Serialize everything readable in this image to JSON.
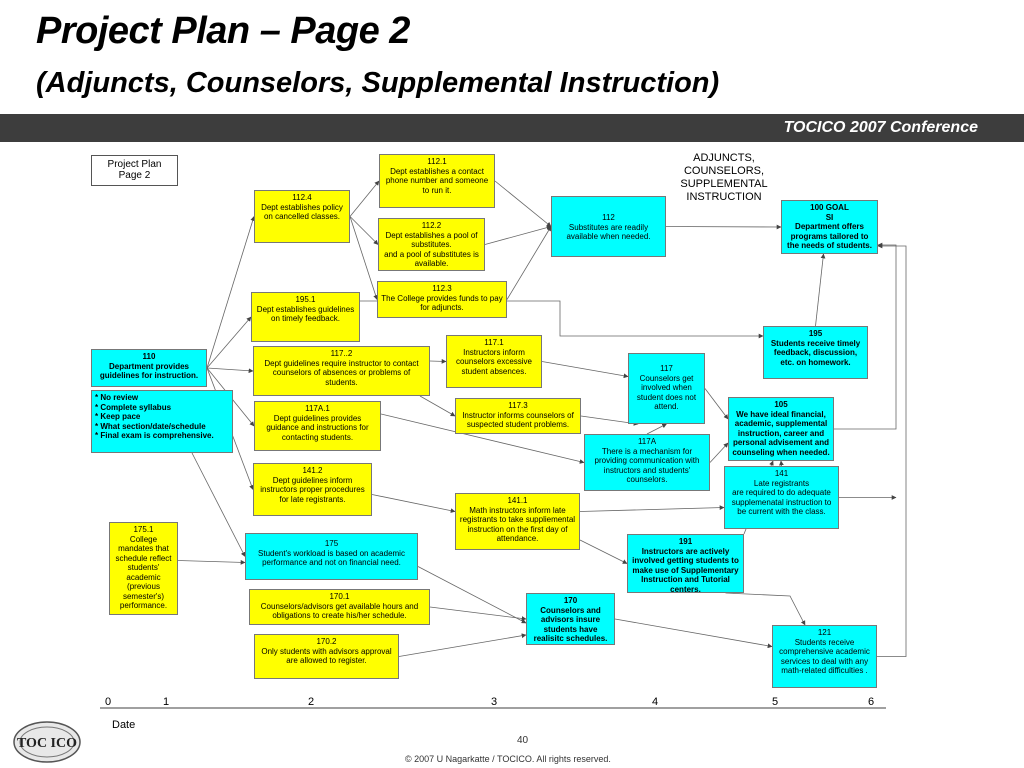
{
  "title": "Project Plan – Page 2",
  "subtitle": "(Adjuncts, Counselors, Supplemental Instruction)",
  "conference": "TOCICO 2007 Conference",
  "legend_box": "Project Plan\nPage 2",
  "side_label": "ADJUNCTS,\nCOUNSELORS,\nSUPPLEMENTAL\nINSTRUCTION",
  "axis": {
    "ticks": [
      "0",
      "1",
      "2",
      "3",
      "4",
      "5",
      "6"
    ],
    "label": "Date"
  },
  "page_number": "40",
  "copyright": "© 2007 U Nagarkatte / TOCICO. All rights reserved.",
  "logo_text": "TOC ICO",
  "colors": {
    "yellow": "#ffff00",
    "cyan": "#00ffff",
    "banner": "#3d3d3d"
  },
  "nodes": {
    "n112_1": "112.1\nDept establishes a contact phone number and someone to run it.",
    "n112_4": "112.4\nDept establishes policy on cancelled classes.",
    "n112_2": "112.2\nDept establishes a pool of substitutes.\nand a pool of substitutes is available.",
    "n112_3": "112.3\nThe College provides funds to pay for adjuncts.",
    "n112": "112\nSubstitutes are readily available when needed.",
    "n100": "100  GOAL\nSI\nDepartment  offers programs  tailored  to the needs of students.",
    "n195_1": "195.1\nDept establishes guidelines on timely feedback.",
    "n195": "195\nStudents receive timely feedback, discussion, etc. on homework.",
    "n110": "110\nDepartment provides guidelines for instruction.",
    "n110_list": "* No review\n* Complete syllabus\n* Keep pace\n* What section/date/schedule\n* Final exam is comprehensive.",
    "n117_2": "117..2\nDept guidelines require instructor to contact counselors of absences or problems of students.",
    "n117_1": "117.1\nInstructors inform counselors excessive student absences.",
    "n117": "117\nCounselors  get involved  when student does  not attend.",
    "n117_3": "117.3\nInstructor informs counselors of suspected student problems.",
    "n117A_1": "117A.1\nDept guidelines provides guidance and instructions for contacting students.",
    "n117A": "117A\nThere is a mechanism for providing communication with instructors and students' counselors.",
    "n105": "105\nWe have ideal financial, academic, supplemental instruction, career and personal advisement and counseling when needed.",
    "n141_2": "141.2\nDept guidelines inform instructors proper procedures for late registrants.",
    "n141_1": "141.1\nMath instructors inform late registrants to take suppliemental instruction on the first day of attendance.",
    "n141": "141\nLate registrants\nare required to do adequate supplemenatal instruction to be current with the class.",
    "n175_1": "175.1\nCollege mandates that schedule reflect students' academic (previous semester's) performance.",
    "n175": "175\nStudent's workload is based on academic performance and not on financial need.",
    "n191": "191\nInstructors are actively involved getting students to make use of Supplementary Instruction and Tutorial centers.",
    "n170_1": "170.1\nCounselors/advisors get available hours and obligations to create his/her schedule.",
    "n170": "170\nCounselors and advisors insure students have realisitc  schedules.",
    "n170_2": "170.2\nOnly students with advisors approval are allowed to register.",
    "n121": "121\nStudents receive comprehensive academic services  to deal with any math-related difficulties ."
  }
}
